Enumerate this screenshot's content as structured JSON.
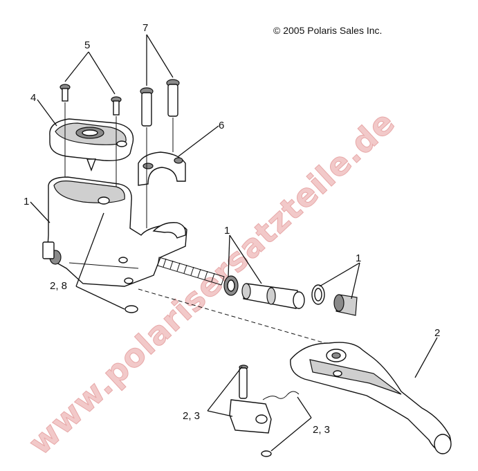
{
  "copyright": "© 2005 Polaris Sales Inc.",
  "watermark": "www.polarisersatzteile.de",
  "callouts": {
    "c1_reservoir": "1",
    "c1_piston": "1",
    "c1_seal": "1",
    "c2_lever": "2",
    "c28": "2, 8",
    "c23_left": "2, 3",
    "c23_right": "2, 3",
    "c4_cap": "4",
    "c5_screws": "5",
    "c6_clamp": "6",
    "c7_bolts": "7"
  }
}
